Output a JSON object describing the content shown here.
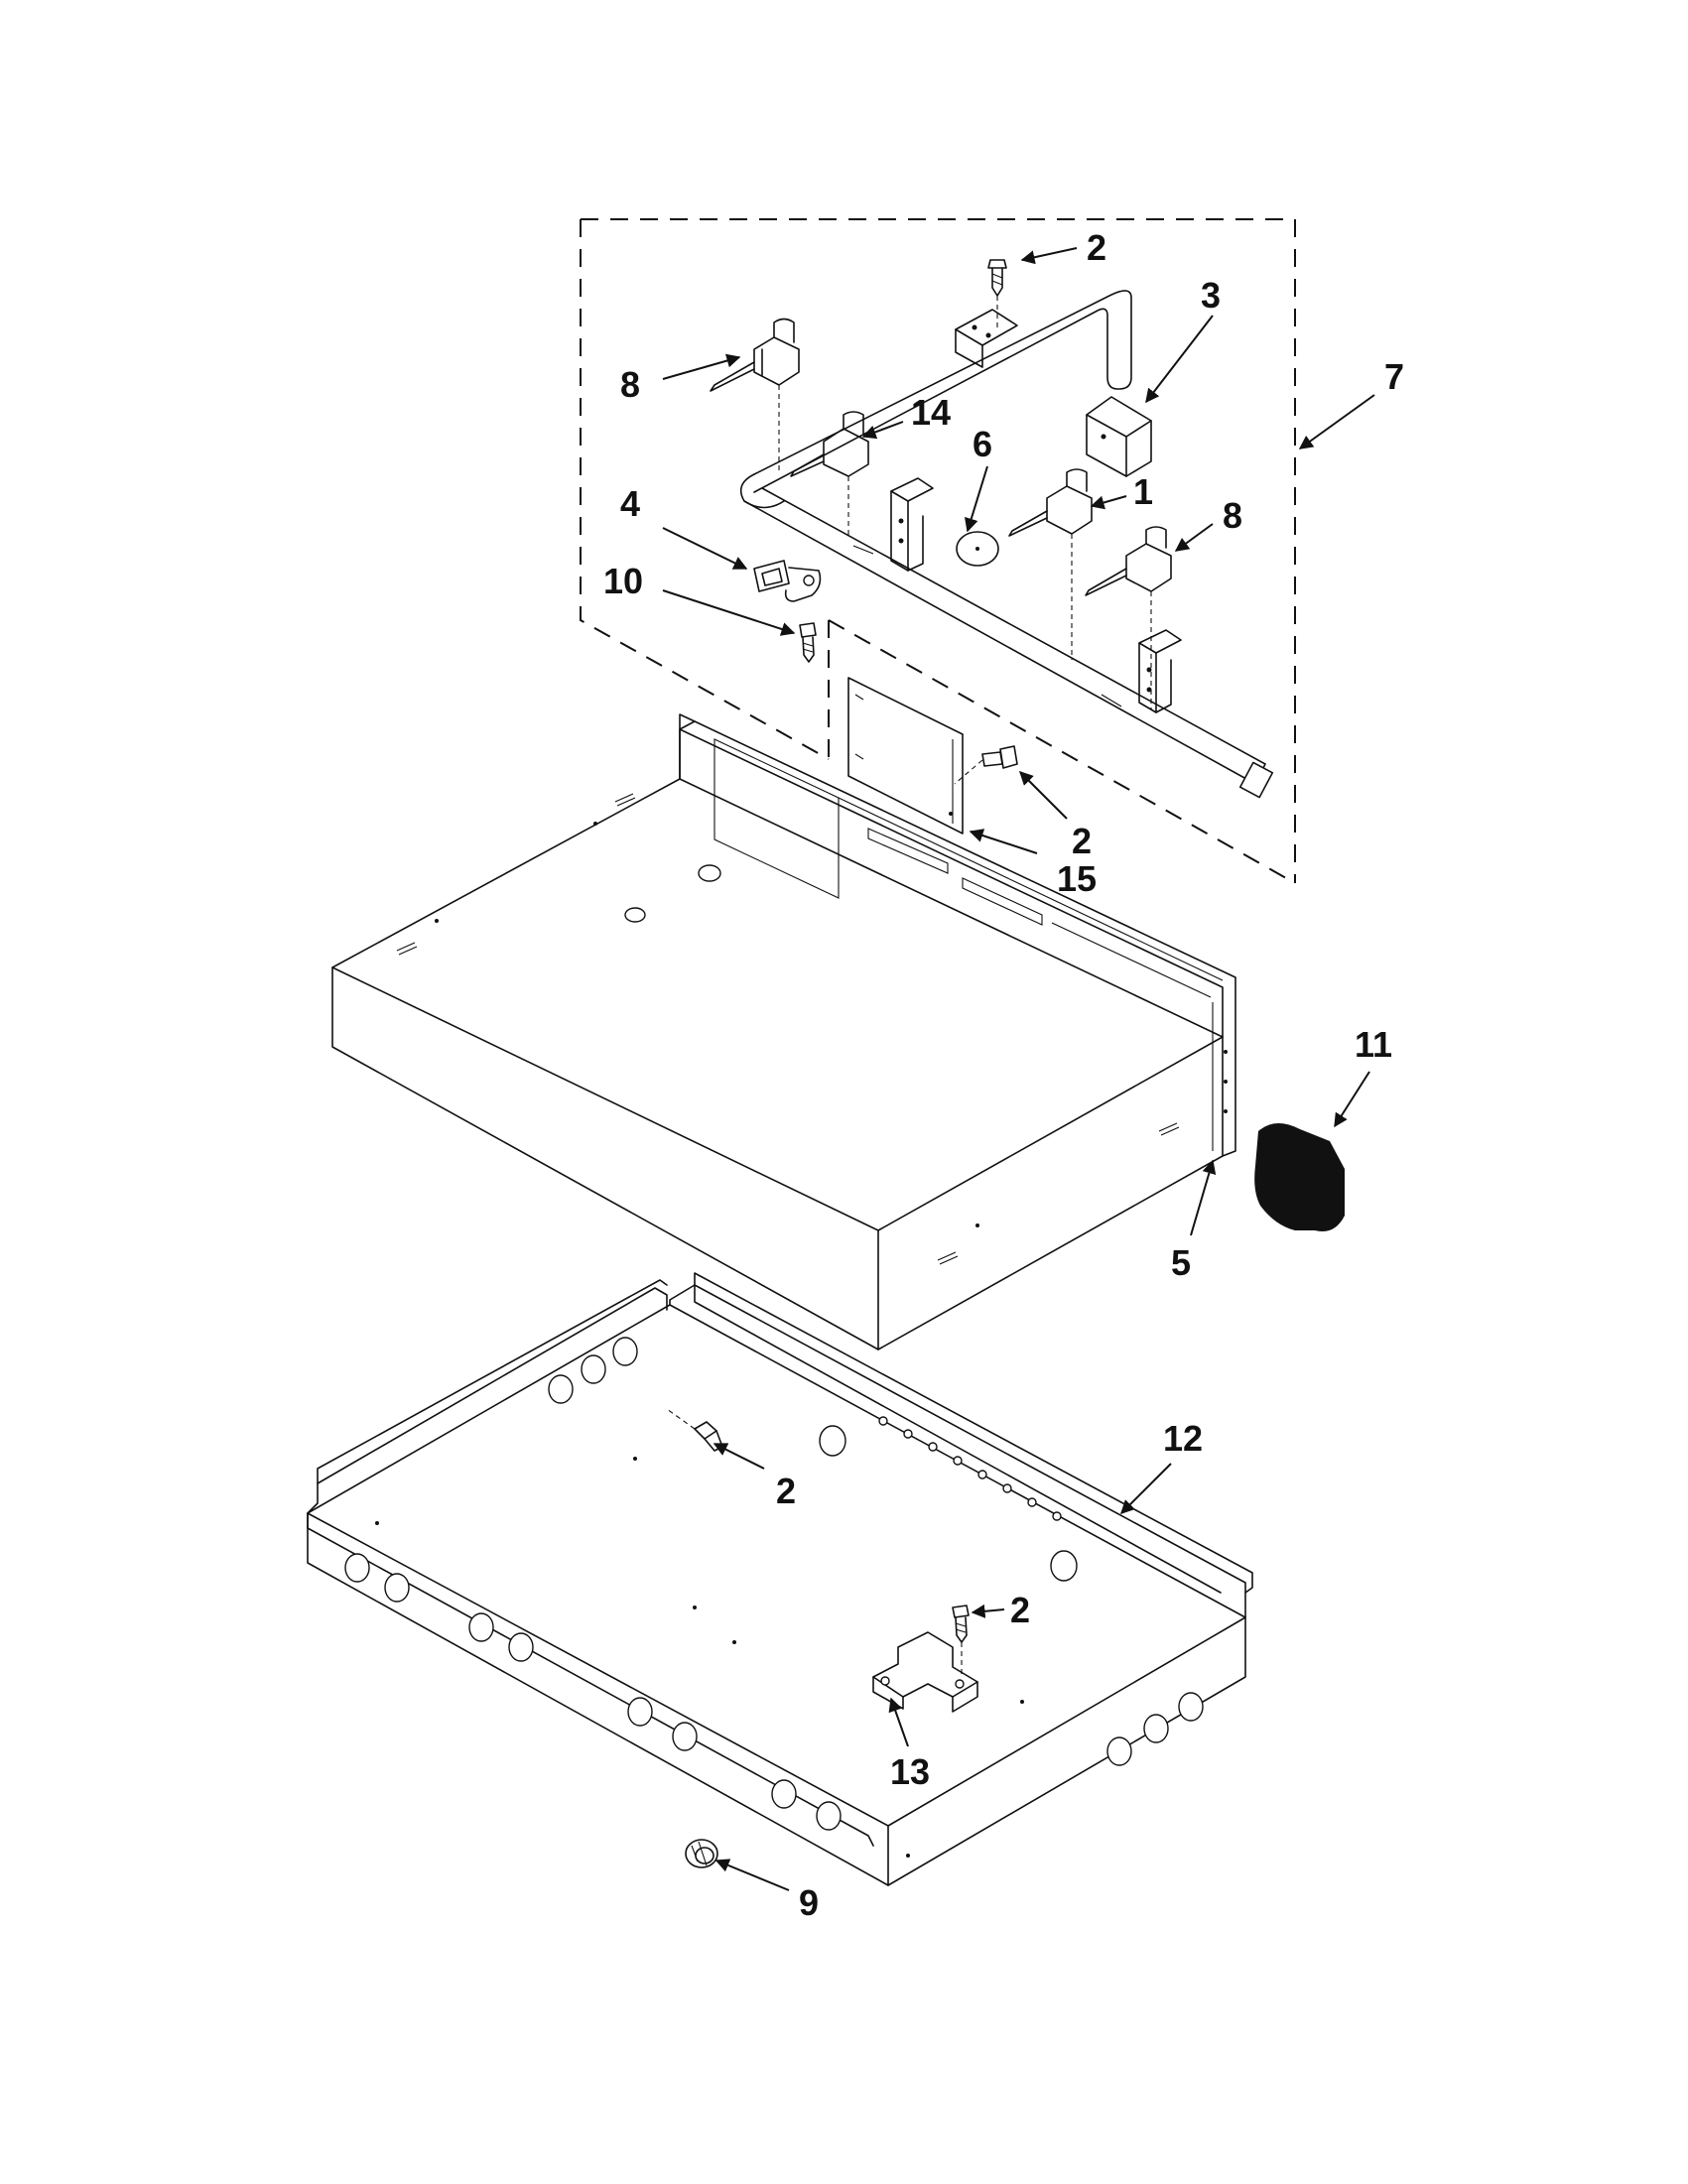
{
  "callouts": [
    {
      "id": "c2a",
      "label": "2"
    },
    {
      "id": "c3",
      "label": "3"
    },
    {
      "id": "c7",
      "label": "7"
    },
    {
      "id": "c8a",
      "label": "8"
    },
    {
      "id": "c14",
      "label": "14"
    },
    {
      "id": "c6",
      "label": "6"
    },
    {
      "id": "c1",
      "label": "1"
    },
    {
      "id": "c8b",
      "label": "8"
    },
    {
      "id": "c4",
      "label": "4"
    },
    {
      "id": "c10",
      "label": "10"
    },
    {
      "id": "c2b",
      "label": "2"
    },
    {
      "id": "c15",
      "label": "15"
    },
    {
      "id": "c11",
      "label": "11"
    },
    {
      "id": "c5",
      "label": "5"
    },
    {
      "id": "c12",
      "label": "12"
    },
    {
      "id": "c2c",
      "label": "2"
    },
    {
      "id": "c2d",
      "label": "2"
    },
    {
      "id": "c13",
      "label": "13"
    },
    {
      "id": "c9",
      "label": "9"
    }
  ]
}
